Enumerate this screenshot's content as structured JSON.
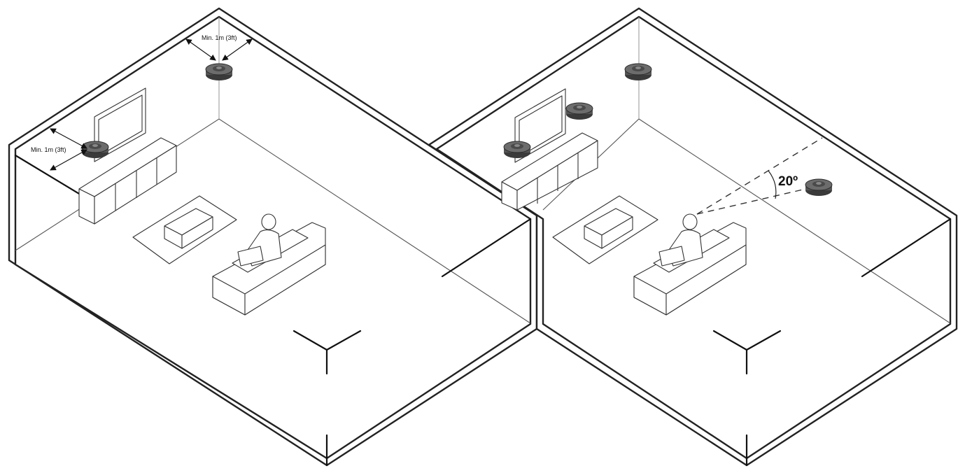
{
  "left_panel": {
    "dimension_top_label": "Min. 1m (3ft)",
    "dimension_side_label": "Min. 1m (3ft)"
  },
  "right_panel": {
    "angle_label": "20º"
  }
}
